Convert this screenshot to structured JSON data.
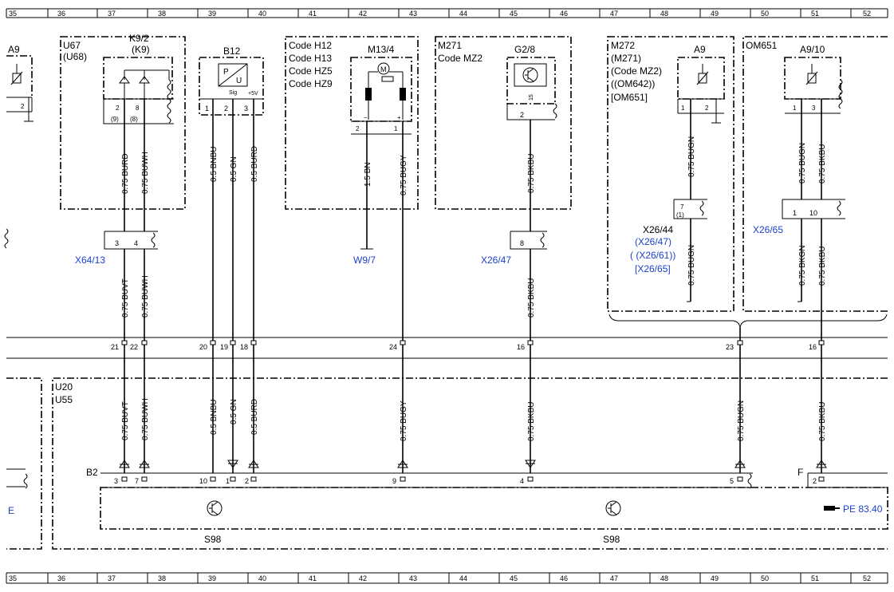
{
  "columns": [
    "35",
    "36",
    "37",
    "38",
    "39",
    "40",
    "41",
    "42",
    "43",
    "44",
    "45",
    "46",
    "47",
    "48",
    "49",
    "50",
    "51",
    "52"
  ],
  "components": {
    "a9_left": "A9",
    "u67": "U67",
    "u68": "(U68)",
    "k9_2": "K9/2",
    "k9": "(K9)",
    "b12": "B12",
    "b12_p": "P",
    "b12_u": "U",
    "b12_sig": "Sig",
    "b12_5v": "+5V",
    "code_h12": "Code H12",
    "code_h13": "Code H13",
    "code_hz5": "Code HZ5",
    "code_hz9": "Code HZ9",
    "m13_4": "M13/4",
    "m271": "M271",
    "code_mz2": "Code MZ2",
    "g2_8": "G2/8",
    "m272": "M272",
    "m271_p": "(M271)",
    "code_mz2_p": "(Code MZ2)",
    "om642_pp": "((OM642))",
    "om651_b": "[OM651]",
    "a9_right": "A9",
    "om651": "OM651",
    "a9_10": "A9/10",
    "u20": "U20",
    "u55": "U55",
    "b2": "B2",
    "f": "F",
    "s98_1": "S98",
    "s98_2": "S98"
  },
  "connectors": {
    "x64_13": "X64/13",
    "w9_7": "W9/7",
    "x26_47": "X26/47",
    "x26_44": "X26/44",
    "x26_47_p": "(X26/47)",
    "x26_61_pp": "( (X26/61))",
    "x26_65_b": "[X26/65]",
    "x26_65": "X26/65",
    "pe_ref": "PE 83.40"
  },
  "pins": {
    "a9l_2": "2",
    "k92_2": "2",
    "k92_8": "8",
    "k92_9": "(9)",
    "k92_8p": "(8)",
    "b12_1": "1",
    "b12_2": "2",
    "b12_3": "3",
    "m13_2": "2",
    "m13_1": "1",
    "m13_minus": "−",
    "m13_plus": "+",
    "g28_2": "2",
    "g28_15": "15",
    "a9r_1": "1",
    "a9r_2": "2",
    "a910_1": "1",
    "a910_3": "3",
    "x6413_3": "3",
    "x6413_4": "4",
    "x2647_8": "8",
    "x2644_7": "7",
    "x2644_1": "(1)",
    "x2665_1": "1",
    "x2665_10": "10",
    "bus_21": "21",
    "bus_22": "22",
    "bus_20": "20",
    "bus_19": "19",
    "bus_18": "18",
    "bus_24": "24",
    "bus_16a": "16",
    "bus_23": "23",
    "bus_16b": "16",
    "b2_3": "3",
    "b2_7": "7",
    "b2_10": "10",
    "b2_1": "1",
    "b2_2": "2",
    "b2_9": "9",
    "b2_4": "4",
    "b2_5": "5",
    "f_2": "2"
  },
  "wires": {
    "w_burd_upper": "0.75 BURD",
    "w_buwh_upper": "0.75 BUWH",
    "w_bnbu_upper": "0.5 BNBU",
    "w_gn_upper": "0.5 GN",
    "w_burd05_upper": "0.5 BURD",
    "w_bn15": "1.5 BN",
    "w_bugy_upper": "0.75 BUGY",
    "w_bkbu_upper": "0.75 BKBU",
    "w_bugn_upper": "0.75 BUGN",
    "w_bugn_a9": "0.75 BUGN",
    "w_bkbu_a910": "0.75 BKBU",
    "w_buvt_mid": "0.75 BUVT",
    "w_buwh_mid": "0.75 BUWH",
    "w_bkbu_mid": "0.75 BKBU",
    "w_bugn_mid": "0.75 BUGN",
    "w_bkgn_mid": "0.75 BKGN",
    "w_bkbu_mid2": "0.75 BKBU",
    "w_buvt_low": "0.75 BUVT",
    "w_buwh_low": "0.75 BUWH",
    "w_bnbu_low": "0.5 BNBU",
    "w_gn_low": "0.5 GN",
    "w_burd_low": "0.5 BURD",
    "w_bugy_low": "0.75 BUGY",
    "w_bkbu_low": "0.75 BKBU",
    "w_bugn_low": "0.75 BUGN",
    "w_bkbu_low2": "0.75 BKBU"
  },
  "edge_text": {
    "e_left": "E"
  }
}
